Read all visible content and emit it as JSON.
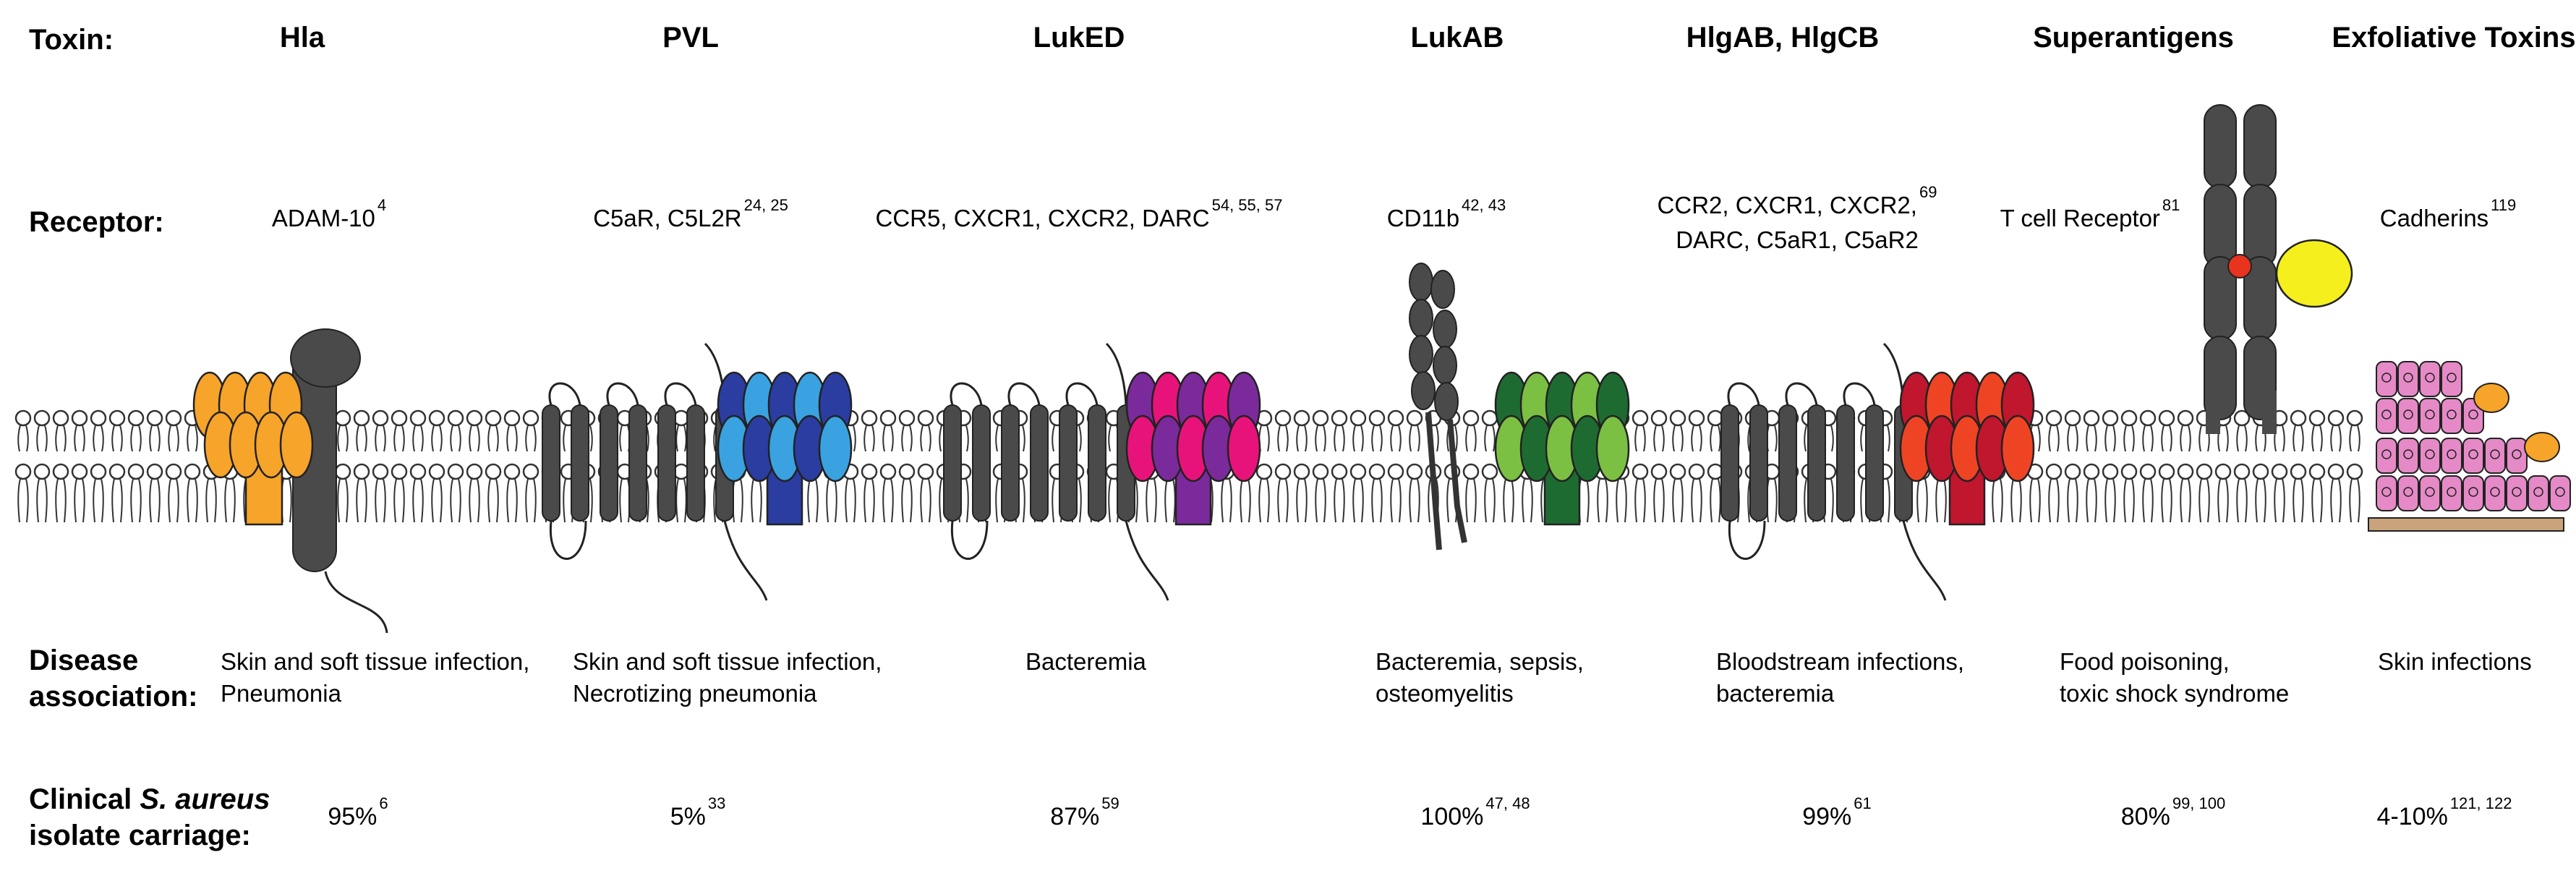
{
  "row_labels": {
    "toxin": "Toxin:",
    "receptor": "Receptor:",
    "disease_line1": "Disease",
    "disease_line2": "association:",
    "clinical_prefix": "Clinical ",
    "clinical_species": "S. aureus",
    "clinical_line2": "isolate carriage:"
  },
  "toxins": [
    {
      "id": "hla",
      "name": "Hla",
      "receptor_lines": [
        "ADAM-10"
      ],
      "receptor_ref": "4",
      "disease_lines": [
        "Skin and soft tissue infection,",
        "Pneumonia"
      ],
      "carriage": "95%",
      "carriage_ref": "6",
      "colors": [
        "#f7a42a"
      ]
    },
    {
      "id": "pvl",
      "name": "PVL",
      "receptor_lines": [
        "C5aR, C5L2R"
      ],
      "receptor_ref": "24, 25",
      "disease_lines": [
        "Skin and soft tissue infection,",
        "Necrotizing pneumonia"
      ],
      "carriage": "5%",
      "carriage_ref": "33",
      "colors": [
        "#2b3da0",
        "#3aa2e0"
      ]
    },
    {
      "id": "luked",
      "name": "LukED",
      "receptor_lines": [
        "CCR5, CXCR1, CXCR2, DARC"
      ],
      "receptor_ref": "54, 55, 57",
      "disease_lines": [
        "Bacteremia"
      ],
      "carriage": "87%",
      "carriage_ref": "59",
      "colors": [
        "#7b2a9b",
        "#e8137a"
      ]
    },
    {
      "id": "lukab",
      "name": "LukAB",
      "receptor_lines": [
        "CD11b"
      ],
      "receptor_ref": "42, 43",
      "disease_lines": [
        "Bacteremia, sepsis,",
        "osteomyelitis"
      ],
      "carriage": "100%",
      "carriage_ref": "47, 48",
      "colors": [
        "#1e6b32",
        "#7cc043"
      ]
    },
    {
      "id": "hlg",
      "name": "HlgAB, HlgCB",
      "receptor_lines": [
        "CCR2, CXCR1, CXCR2,",
        "DARC, C5aR1, C5aR2"
      ],
      "receptor_ref": "69",
      "disease_lines": [
        "Bloodstream infections,",
        "bacteremia"
      ],
      "carriage": "99%",
      "carriage_ref": "61",
      "colors": [
        "#c0162e",
        "#ef4424"
      ]
    },
    {
      "id": "superantigens",
      "name": "Superantigens",
      "receptor_lines": [
        "T cell Receptor"
      ],
      "receptor_ref": "81",
      "disease_lines": [
        "Food poisoning,",
        "toxic shock syndrome"
      ],
      "carriage": "80%",
      "carriage_ref": "99, 100",
      "colors": [
        "#f5ef1d",
        "#e8331f"
      ]
    },
    {
      "id": "exfoliative",
      "name": "Exfoliative Toxins",
      "receptor_lines": [
        "Cadherins"
      ],
      "receptor_ref": "119",
      "disease_lines": [
        "Skin infections"
      ],
      "carriage": "4-10%",
      "carriage_ref": "121, 122",
      "colors": [
        "#e58ac6",
        "#f7a42a",
        "#c8a37c"
      ]
    }
  ],
  "colors": {
    "receptor_gray": "#4a4a4a",
    "membrane_line": "#333333",
    "background": "#ffffff"
  }
}
